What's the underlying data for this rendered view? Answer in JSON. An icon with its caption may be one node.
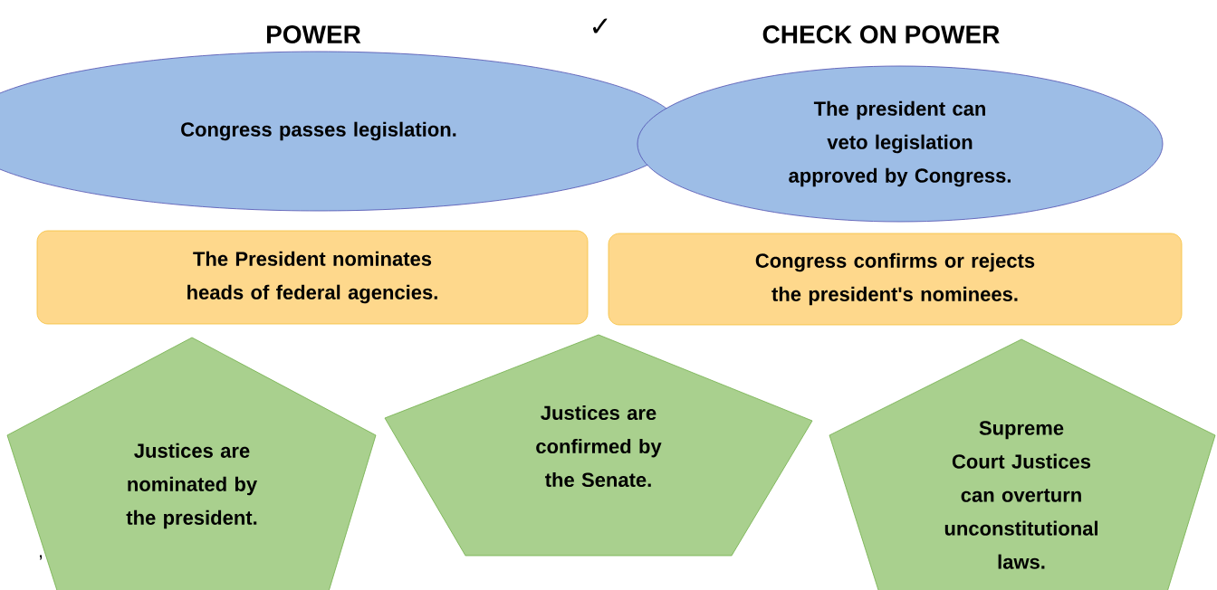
{
  "diagram": {
    "nodes": [
      {
        "text": [
          "Congress passes legislation."
        ]
      },
      {
        "text": [
          "The president can veto legislation approved by Congress."
        ]
      },
      {
        "text": [
          "The President nominates heads of federal agencies."
        ]
      },
      {
        "text": [
          "Congress confirms or rejects the president's nominees."
        ]
      },
      {
        "text": [
          "Justices are nominated by the president."
        ]
      },
      {
        "text": [
          "Justices are confirmed by the Senate."
        ]
      },
      {
        "text": [
          "Supreme Court Justices can overturn unconstitutional laws."
        ]
      }
    ],
    "labels": [
      "POWER",
      "✓",
      "CHECK ON POWER",
      ","
    ]
  }
}
